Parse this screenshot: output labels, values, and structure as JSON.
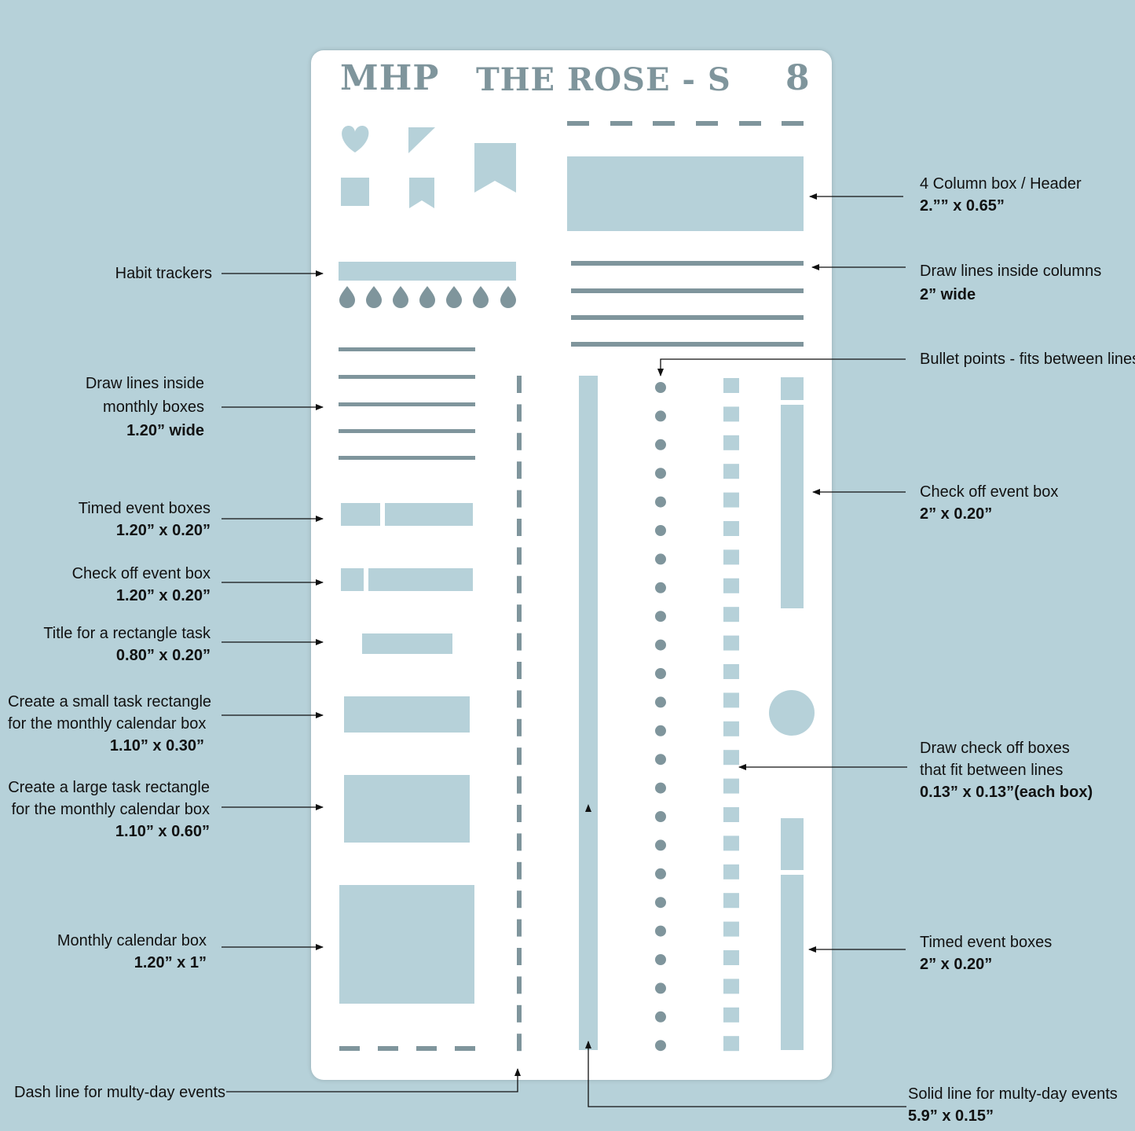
{
  "stencil": {
    "brand": "MHP",
    "title": "THE ROSE - S",
    "number": "8"
  },
  "labels": {
    "habit_trackers": "Habit trackers",
    "monthly_lines": [
      "Draw lines inside",
      "monthly boxes",
      "1.20” wide"
    ],
    "timed_left": [
      "Timed event boxes",
      "1.20” x 0.20”"
    ],
    "checkoff_left": [
      "Check off event box",
      "1.20” x 0.20”"
    ],
    "title_rect": [
      "Title for  a rectangle task",
      "0.80” x 0.20”"
    ],
    "small_task": [
      "Create a small task rectangle",
      "for the monthly calendar box",
      "1.10” x 0.30”"
    ],
    "large_task": [
      "Create a large task rectangle",
      "for the monthly calendar box",
      "1.10” x 0.60”"
    ],
    "monthly_box": [
      "Monthly calendar box",
      "1.20” x 1”"
    ],
    "dash_line": "Dash line for multy-day events",
    "four_column": [
      "4 Column box / Header",
      "2.”” x 0.65”"
    ],
    "column_lines": [
      "Draw lines inside columns",
      "2” wide"
    ],
    "bullets": "Bullet points - fits between lines",
    "checkoff_right": [
      "Check off event box",
      "2” x 0.20”"
    ],
    "checkboxes": [
      "Draw check off boxes",
      "that fit between lines",
      "0.13” x 0.13”(each box)"
    ],
    "timed_right": [
      "Timed event boxes",
      "2” x 0.20”"
    ],
    "solid_line": [
      "Solid line for multy-day events",
      "5.9” x 0.15”"
    ]
  },
  "colors": {
    "background": "#b6d1d9",
    "stencil": "#ffffff",
    "ink": "#7a8e94",
    "text": "#111111"
  }
}
